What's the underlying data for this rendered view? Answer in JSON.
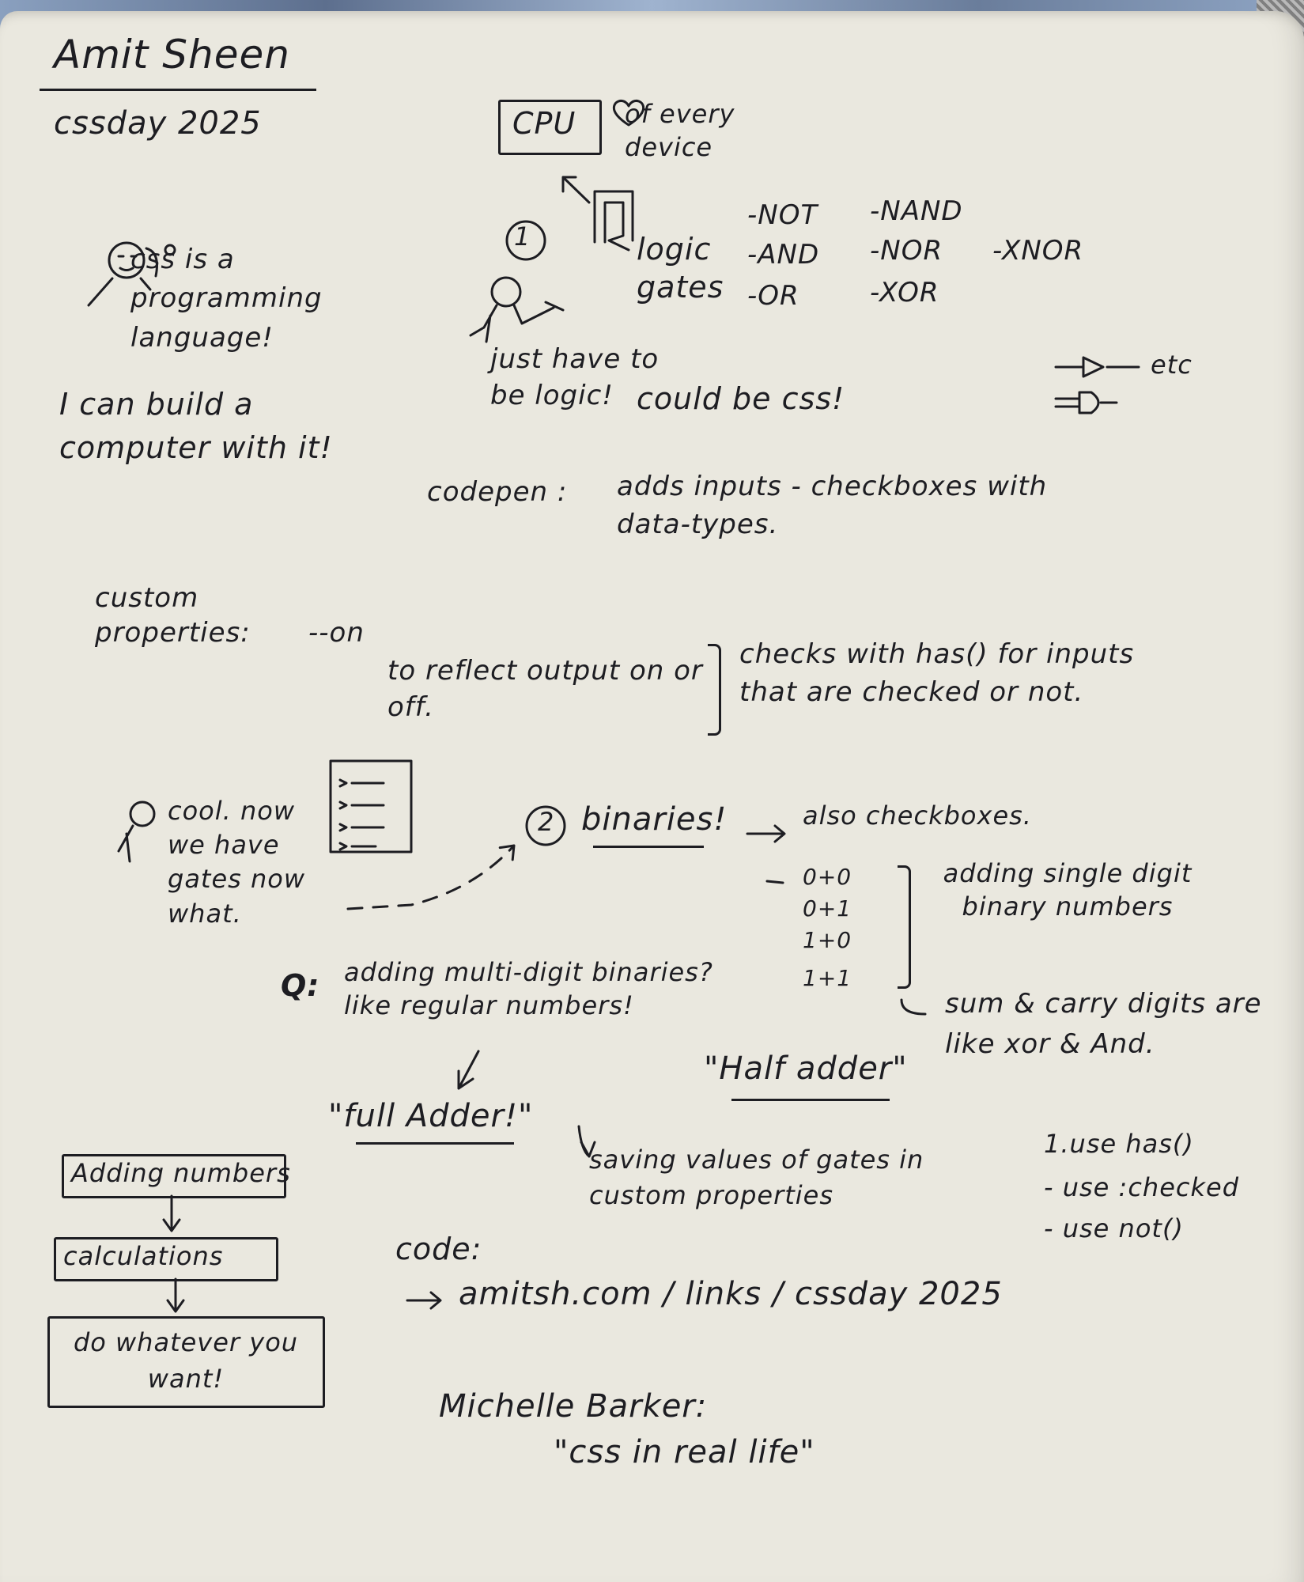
{
  "header": {
    "speaker": "Amit Sheen",
    "event": "cssday 2025"
  },
  "intro": {
    "bubble": "css is a programming language!",
    "build": "I can build a computer with it!"
  },
  "cpu": {
    "label": "CPU",
    "caption": "of every device",
    "step": "1",
    "logic": "logic gates",
    "gates": [
      "-NOT",
      "-AND",
      "-OR",
      "-NAND",
      "-NOR",
      "-XOR",
      "-XNOR"
    ],
    "person_note": "just have to be logic!",
    "css_note": "could be css!",
    "etc": "etc"
  },
  "codepen": {
    "label": "codepen :",
    "text": "adds inputs - checkboxes with data-types."
  },
  "custom_props": {
    "label": "custom properties:",
    "code": "--on",
    "reflect": "to reflect output on or off.",
    "checks": "checks with has() for inputs that are checked or not."
  },
  "binaries": {
    "cool": "cool. now we have gates now what.",
    "step": "2",
    "title": "binaries!",
    "also": "also checkboxes.",
    "sums": [
      "0+0",
      "0+1",
      "1+0",
      "1+1"
    ],
    "single": "adding single digit binary numbers",
    "sum_carry": "sum & carry digits are like xor & And.",
    "question_mark": "Q:",
    "question": "adding multi-digit binaries? like regular numbers!",
    "half": "\"Half adder\"",
    "full": "\"full Adder!\"",
    "saving": "saving values of gates in custom properties",
    "uses": [
      "1.use has()",
      "- use :checked",
      "- use not()"
    ]
  },
  "flow": [
    "Adding numbers",
    "calculations",
    "do whatever you want!"
  ],
  "code": {
    "label": "code:",
    "link": "amitsh.com / links / cssday 2025"
  },
  "next": {
    "speaker": "Michelle Barker:",
    "talk": "\"css in real life\""
  }
}
